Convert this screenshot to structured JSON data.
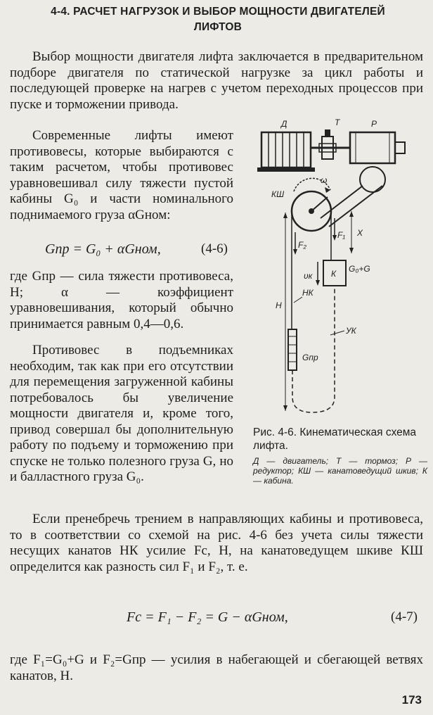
{
  "section": {
    "title_line1": "4-4. РАСЧЕТ НАГРУЗОК И ВЫБОР МОЩНОСТИ ДВИГАТЕЛЕЙ",
    "title_line2": "ЛИФТОВ"
  },
  "paragraphs": {
    "p1": "Выбор мощности двигателя лифта заключается в предварительном подборе двигателя по статической нагрузке за цикл работы и последующей проверке на нагрев с учетом переходных процессов при пуске и торможении привода.",
    "p2": "Современные лифты имеют противовесы, которые выбираются с таким расчетом, чтобы противовес уравновешивал силу тяжести пустой кабины G₀ и части номинального поднимаемого груза αGном:",
    "p3": "где Gпр — сила тяжести противовеса, Н; α — коэффициент уравновешивания, который обычно принимается равным 0,4—0,6.",
    "p4": "Противовес в подъемниках необходим, так как при его отсутствии для перемещения загруженной кабины потребовалось бы увеличение мощности двигателя и, кроме того, привод совершал бы дополнительную работу по подъему и торможению при спуске не только полезного груза G, но и балластного груза G₀.",
    "p5": "Если пренебречь трением в направляющих кабины и противовеса, то в соответствии со схемой на рис. 4-6 без учета силы тяжести несущих канатов НК усилие Fс, Н, на канатоведущем шкиве КШ определится как разность сил F₁ и F₂, т. е.",
    "p6": "где F₁=G₀+G и F₂=Gпр — усилия в набегающей и сбегающей ветвях канатов, Н."
  },
  "equations": {
    "eq1": {
      "expr": "Gпр = G₀ + αGном,",
      "number": "(4-6)"
    },
    "eq2": {
      "expr": "Fс = F₁ − F₂ = G − αGном,",
      "number": "(4-7)"
    }
  },
  "figure": {
    "caption": "Рис. 4-6. Кинематическая схема лифта.",
    "legend": "Д — двигатель; Т — тормоз; Р — редуктор; КШ — канатоведущий шкив; К — кабина.",
    "labels": {
      "motor": "Д",
      "brake": "Т",
      "reducer": "Р",
      "omega": "ω",
      "sheave": "КШ",
      "f1": "F₁",
      "f2": "F₂",
      "x": "X",
      "vk": "υк",
      "cabin": "К",
      "cabin_load": "G₀+G",
      "h": "Н",
      "hk": "НК",
      "uk": "УК",
      "counterweight": "Gпр"
    }
  },
  "page_number": "173"
}
